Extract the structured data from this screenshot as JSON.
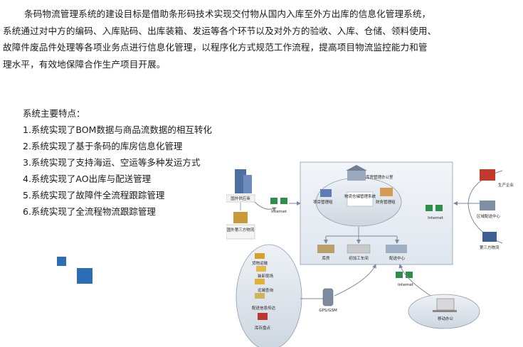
{
  "intro": {
    "lines": [
      "条码物流管理系统的建设目标是借助条形码技术实现交付物从国内入库至外方出库的信息化管理系统，",
      "系统通过对中方的编码、入库贴码、出库装箱、发运等各个环节以及对外方的验收、入库、仓储、领料使用、",
      "故障件废品件处理等各项业务点进行信息化管理，以程序化方式规范工作流程，提高项目物流监控能力和管",
      "理水平，有效地保障合作生产项目开展。"
    ]
  },
  "features": {
    "heading": "系统主要特点：",
    "items": [
      "1.系统实现了BOM数据与商品流数据的相互转化",
      "2.系统实现了基于条码的库房信息化管理",
      "3.系统实现了支持海运、空运等多种发运方式",
      "4.系统实现了AO出库与配送管理",
      "5.系统实现了故障件全流程跟踪管理",
      "6.系统实现了全流程物流跟踪管理"
    ]
  },
  "diagram": {
    "left": {
      "supplier": "国外供应商",
      "third_party": "国外第三方物流",
      "internet": "Internet"
    },
    "center": {
      "office": "库房管理办公室",
      "item_mgmt": "项目管理组",
      "system": "物流仓储管理系统",
      "finance": "财务管理组",
      "warehouse": "库房",
      "workshop": "初加工车间",
      "distribution": "配送中心"
    },
    "right": {
      "internet": "Internet",
      "enterprise": "生产企业",
      "regional": "区域配送中心",
      "third_party": "第三方物流"
    },
    "bottom_left": {
      "items": [
        "货物运输",
        "装卸现场",
        "远端查询",
        "配送信息传达",
        "库存盘点"
      ]
    },
    "bottom": {
      "gps": "GPS/GSM",
      "internet": "Internet",
      "mobile_office": "移动办公"
    }
  }
}
